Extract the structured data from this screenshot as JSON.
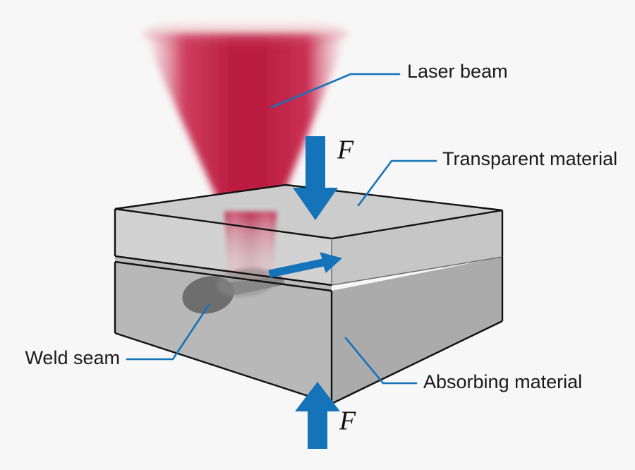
{
  "figure": {
    "title": "Laser transmission welding schematic",
    "background_color": "#f7f7f7"
  },
  "colors": {
    "laser_core": "#bc1f42",
    "laser_mid": "#c8284d",
    "accent_blue": "#1573ba",
    "top_slab_front": "#d0d0d0",
    "top_slab_face": "#cccccc",
    "top_slab_side": "#c2c2c2",
    "bottom_slab_front": "#b6b6b6",
    "bottom_slab_side": "#a8a8a8",
    "bottom_slab_top": "#c7c7c7",
    "weld_seam": "#6e6e6e",
    "edge_line": "#111111",
    "text": "#1a1a1a"
  },
  "labels": {
    "laser_beam": "Laser beam",
    "transparent_material": "Transparent material",
    "absorbing_material": "Absorbing material",
    "weld_seam": "Weld seam",
    "force_top": "F",
    "force_bottom": "F"
  },
  "icons": {
    "laser_cone": "laser-cone-icon",
    "force_arrow_down": "arrow-down-icon",
    "force_arrow_up": "arrow-up-icon",
    "welding_direction_arrow": "arrow-right-icon",
    "weld_seam_blob": "weld-seam-icon"
  },
  "annotations": {
    "force_top_direction": "down",
    "force_bottom_direction": "up",
    "welding_direction": "right",
    "laser_incidence": "top"
  }
}
